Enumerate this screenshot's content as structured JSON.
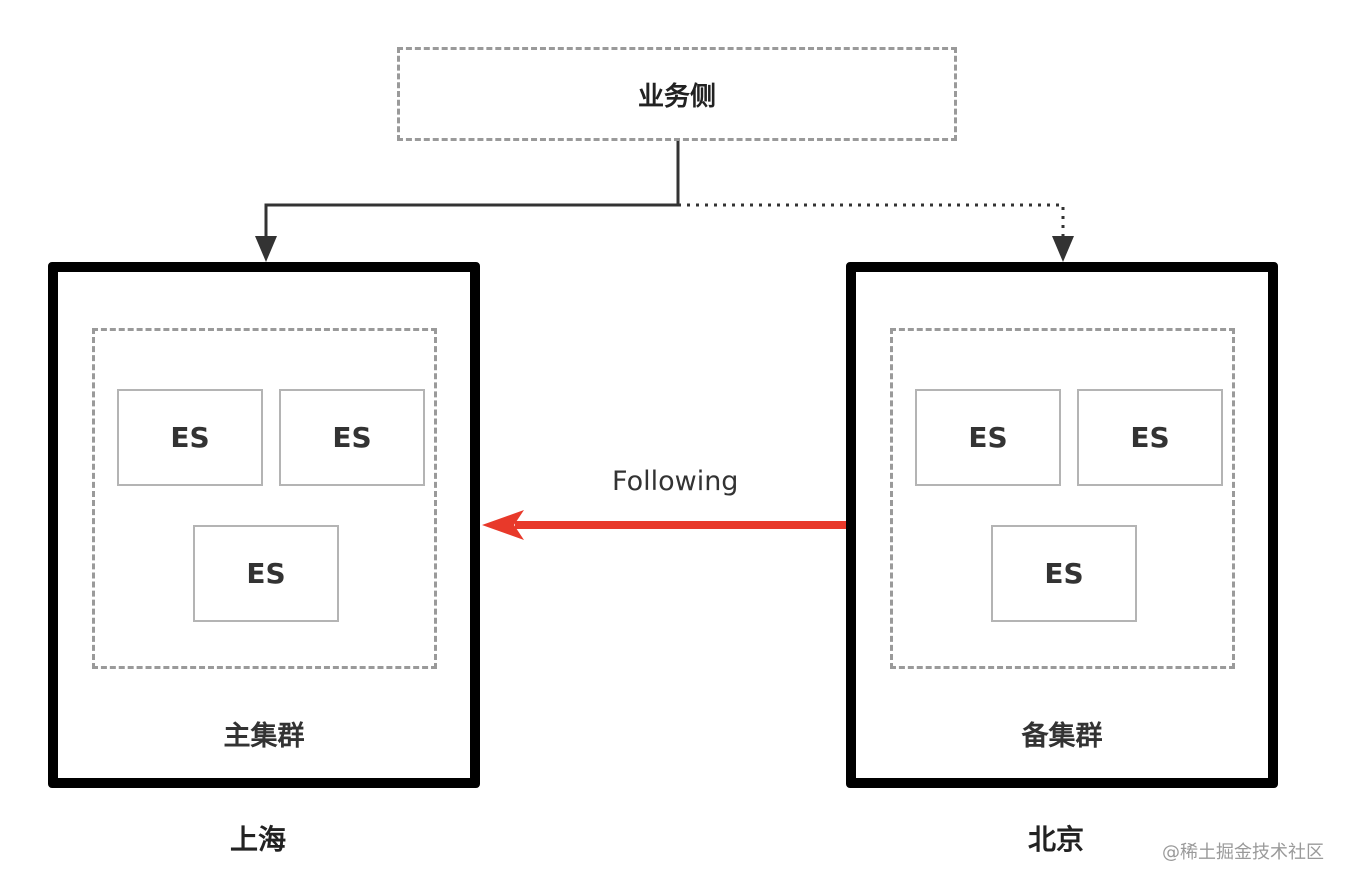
{
  "client": {
    "label": "业务侧"
  },
  "clusters": [
    {
      "name": "主集群",
      "nodes": [
        "ES",
        "ES",
        "ES"
      ],
      "city": "上海"
    },
    {
      "name": "备集群",
      "nodes": [
        "ES",
        "ES",
        "ES"
      ],
      "city": "北京"
    }
  ],
  "replication": {
    "label": "Following",
    "color": "#e8392a"
  },
  "watermark": "@稀土掘金技术社区"
}
